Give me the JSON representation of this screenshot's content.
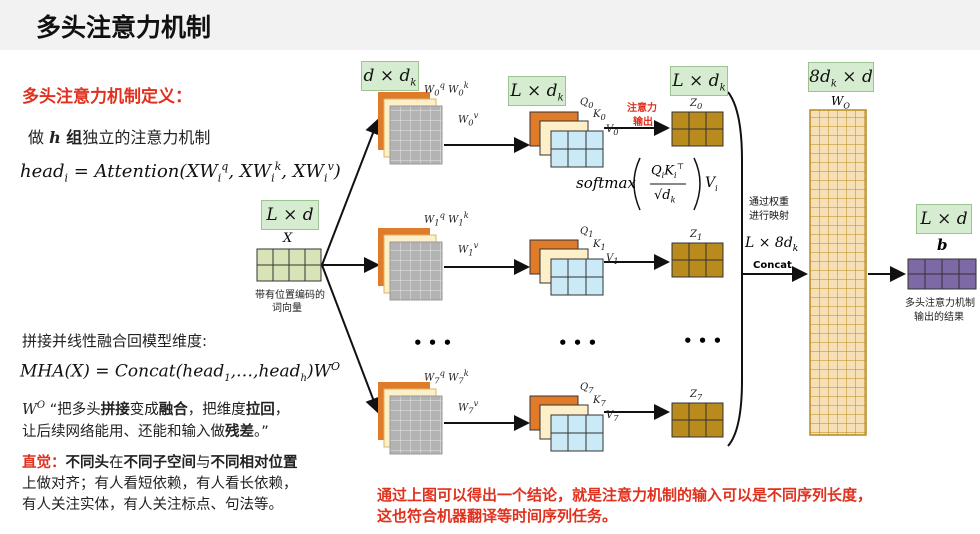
{
  "title": "多头注意力机制",
  "left": {
    "definition_heading": "多头注意力机制定义：",
    "line1_pre": "做 ",
    "line1_h": "h",
    "line1_bold": " 组",
    "line1_post": "独立的注意力机制",
    "formula_head": "head",
    "formula_head_sub": "i",
    "formula_eq": " = Attention",
    "formula_args": "XW",
    "concat_heading": "拼接并线性融合回模型维度:",
    "mha_formula": "MHA(X) = Concat(head",
    "mha_formula_mid": ",…,head",
    "mha_formula_end": ")W",
    "mha_sup": "O",
    "wo_line1_a": "“把多头",
    "wo_line1_b": "拼接",
    "wo_line1_c": "变成",
    "wo_line1_d": "融合",
    "wo_line1_e": "，把维度",
    "wo_line1_f": "拉回",
    "wo_line1_g": "，",
    "wo_line2_a": "让后续网络能用、还能和输入做",
    "wo_line2_b": "残差",
    "wo_line2_c": "。”",
    "intuition_label": "直觉：",
    "intuition_b1": "不同头",
    "intuition_t1": "在",
    "intuition_b2": "不同子空间",
    "intuition_t2": "与",
    "intuition_b3": "不同相对位置",
    "intuition_line2": "上做对齐；有人看短依赖，有人看长依赖，",
    "intuition_line3": "有人关注实体，有人关注标点、句法等。"
  },
  "diagram": {
    "input_dim": "L × d",
    "input_label": "X",
    "input_caption_1": "带有位置编码的",
    "input_caption_2": "词向量",
    "weights_dim": "d × d",
    "weights_dim_sub": "k",
    "qkv_dim": "L × d",
    "qkv_dim_sub": "k",
    "attn_out_label_1": "注意力",
    "attn_out_label_2": "输出",
    "z_dim": "L × d",
    "z_dim_sub": "k",
    "softmax_text": "softmax",
    "v_text": "V",
    "proj_label_1": "通过权重",
    "proj_label_2": "进行映射",
    "concat_dim": "L × 8d",
    "concat_dim_sub": "k",
    "concat_label": "Concat",
    "wo_dim": "8d",
    "wo_dim_sub": "k",
    "wo_dim_end": " × d",
    "wo_label": "W",
    "wo_label_sub": "O",
    "out_dim": "L × d",
    "out_label": "b",
    "out_caption_1": "多头注意力机制",
    "out_caption_2": "输出的结果",
    "ellipsis": "• • •",
    "heads": [
      {
        "w": "W",
        "idx": "0",
        "q": "Q",
        "k": "K",
        "v": "V",
        "z": "Z"
      },
      {
        "w": "W",
        "idx": "1",
        "q": "Q",
        "k": "K",
        "v": "V",
        "z": "Z"
      },
      {
        "w": "W",
        "idx": "7",
        "q": "Q",
        "k": "K",
        "v": "V",
        "z": "Z"
      }
    ],
    "sup_q": "q",
    "sup_k": "k",
    "sup_v": "v"
  },
  "conclusion_line1": "通过上图可以得出一个结论，就是注意力机制的输入可以是不同序列长度，",
  "conclusion_line2": "这也符合机器翻译等时间序列任务。",
  "colors": {
    "red": "#e0301e",
    "green_block": "#d9e3b8",
    "orange": "#e07b2a",
    "gray_grid": "#b3b3b3",
    "light_blue": "#c9eaf6",
    "cream": "#fdf0c8",
    "gold": "#b98a1c",
    "wo_fill": "#f6dfb6",
    "purple": "#7d69a6"
  }
}
